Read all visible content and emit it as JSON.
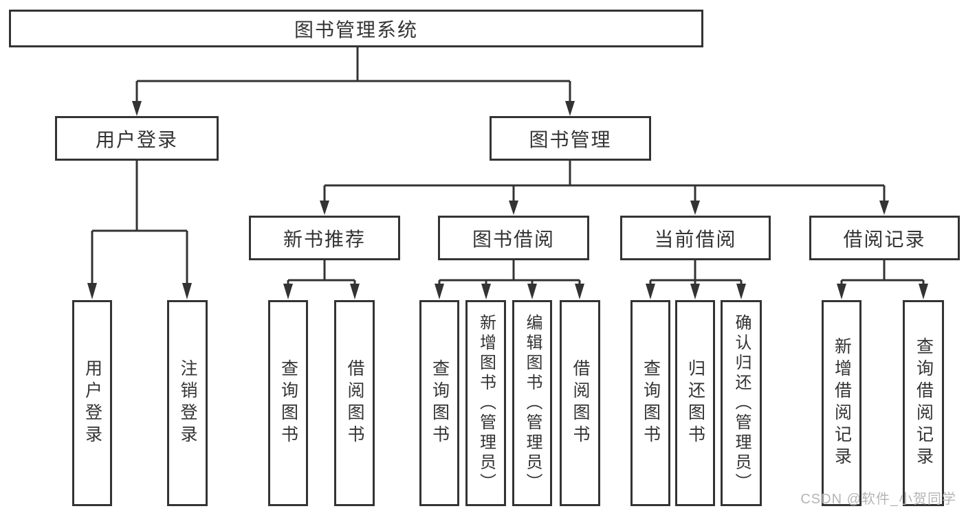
{
  "diagram": {
    "root": "图书管理系统",
    "level2": {
      "user_login": "用户登录",
      "book_mgmt": "图书管理"
    },
    "level3": {
      "new_books": "新书推荐",
      "book_borrow": "图书借阅",
      "current_borrow": "当前借阅",
      "borrow_records": "借阅记录"
    },
    "leaves": {
      "user_login": "用户登录",
      "logout": "注销登录",
      "nb_query": "查询图书",
      "nb_borrow": "借阅图书",
      "bb_query": "查询图书",
      "bb_add": "新增图书（管理员）",
      "bb_edit": "编辑图书（管理员）",
      "bb_borrow": "借阅图书",
      "cb_query": "查询图书",
      "cb_return": "归还图书",
      "cb_confirm": "确认归还（管理员）",
      "br_add": "新增借阅记录",
      "br_query": "查询借阅记录"
    }
  },
  "watermark": "CSDN @软件_小贺同学",
  "colors": {
    "line": "#333333",
    "text": "#333333",
    "watermark": "#b5b5b5",
    "background": "#ffffff"
  }
}
